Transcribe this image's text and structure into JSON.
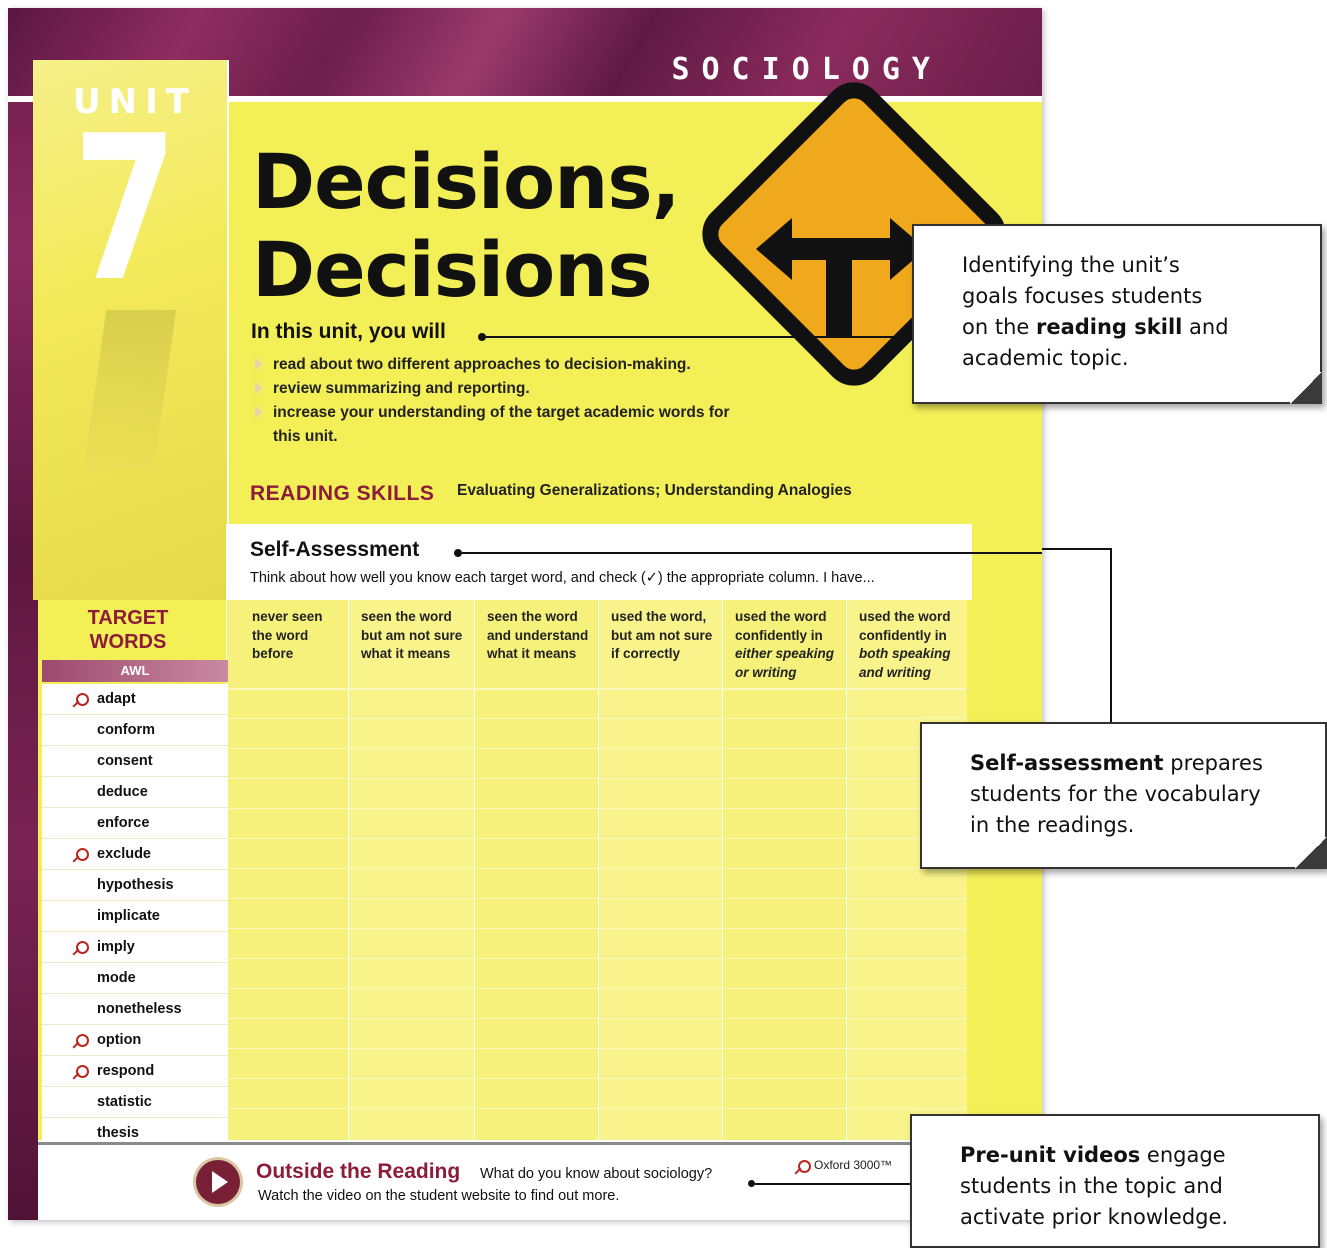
{
  "banner": {
    "subject": "SOCIOLOGY"
  },
  "unit": {
    "label": "UNIT",
    "number": "7"
  },
  "title": {
    "line1": "Decisions,",
    "line2": "Decisions"
  },
  "intro": {
    "heading": "In this unit, you will",
    "goals": [
      "read about two different approaches to decision-making.",
      "review summarizing and reporting.",
      "increase your understanding of the target academic words for this unit."
    ]
  },
  "reading_skills": {
    "label": "READING SKILLS",
    "text": "Evaluating Generalizations; Understanding Analogies"
  },
  "self_assessment": {
    "title": "Self-Assessment",
    "instruction": "Think about how well you know each target word, and check (✓) the appropriate column. I have...",
    "columns": [
      [
        "never seen",
        "the word",
        "before"
      ],
      [
        "seen the word",
        "but am not sure",
        "what it means"
      ],
      [
        "seen the word",
        "and understand",
        "what it means"
      ],
      [
        "used the word,",
        "but am not sure",
        "if correctly"
      ],
      [
        "used the word",
        "confidently in",
        "either speaking",
        "or writing"
      ],
      [
        "used the word",
        "confidently in",
        "both speaking",
        "and writing"
      ]
    ]
  },
  "target_words": {
    "heading_line1": "TARGET",
    "heading_line2": "WORDS",
    "awl_label": "AWL",
    "words": [
      {
        "word": "adapt",
        "key": true
      },
      {
        "word": "conform",
        "key": false
      },
      {
        "word": "consent",
        "key": false
      },
      {
        "word": "deduce",
        "key": false
      },
      {
        "word": "enforce",
        "key": false
      },
      {
        "word": "exclude",
        "key": true
      },
      {
        "word": "hypothesis",
        "key": false
      },
      {
        "word": "implicate",
        "key": false
      },
      {
        "word": "imply",
        "key": true
      },
      {
        "word": "mode",
        "key": false
      },
      {
        "word": "nonetheless",
        "key": false
      },
      {
        "word": "option",
        "key": true
      },
      {
        "word": "respond",
        "key": true
      },
      {
        "word": "statistic",
        "key": false
      },
      {
        "word": "thesis",
        "key": false
      }
    ],
    "key_icon": "key-icon"
  },
  "outside_reading": {
    "label": "Outside the Reading",
    "question": "What do you know about sociology?",
    "subtext": "Watch the video on the student website to find out more."
  },
  "footer": {
    "oxford": "Oxford 3000™"
  },
  "callouts": {
    "goals": {
      "line1": "Identifying the unit’s",
      "line2": "goals focuses students",
      "line3_pre": "on the ",
      "line3_bold": "reading skill",
      "line3_post": " and",
      "line4": "academic topic."
    },
    "self_assessment": {
      "line1_bold": "Self-assessment",
      "line1_post": " prepares",
      "line2": "students for the vocabulary",
      "line3": "in the readings."
    },
    "videos": {
      "line1_bold": "Pre-unit videos",
      "line1_post": " engage",
      "line2": "students in the topic and",
      "line3": "activate prior knowledge."
    }
  },
  "colors": {
    "page_yellow": "#f3ef57",
    "banner_purple": "#6d1c4a",
    "accent_maroon": "#8c1c39",
    "sign_orange": "#f0a81c"
  }
}
